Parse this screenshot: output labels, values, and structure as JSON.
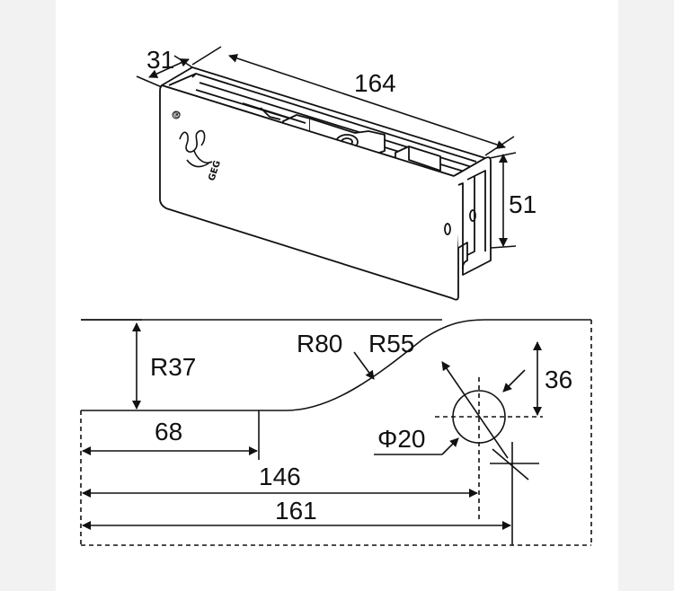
{
  "product_drawing": {
    "logo": {
      "text": "GEG",
      "reg_mark": "®"
    },
    "dimensions": {
      "depth": "31",
      "length": "164",
      "height": "51"
    }
  },
  "plan_drawing": {
    "dimensions": {
      "r37": "R37",
      "r80": "R80",
      "r55": "R55",
      "offset_36": "36",
      "phi20": "Φ20",
      "d68": "68",
      "d146": "146",
      "d161": "161"
    }
  },
  "colors": {
    "line": "#111111",
    "page": "#ffffff",
    "margin": "#f2f2f2"
  }
}
